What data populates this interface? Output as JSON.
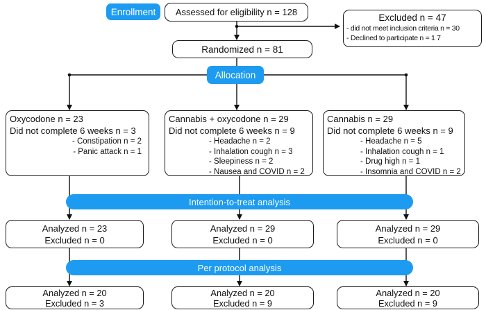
{
  "colors": {
    "accent": "#1d9bf0",
    "line": "#111111"
  },
  "stages": {
    "enrollment_badge": "Enrollment",
    "allocation_badge": "Allocation",
    "itt_bar": "Intention-to-treat analysis",
    "per_protocol_bar": "Per protocol analysis"
  },
  "enrollment": {
    "assessed": "Assessed for eligibility n = 128",
    "excluded": {
      "title": "Excluded n = 47",
      "items": [
        "- did not meet inclusion criteria n = 30",
        "- Declined to participate n = 1 7"
      ]
    },
    "randomized": "Randomized n = 81"
  },
  "allocation_groups": [
    {
      "title": "Oxycodone n = 23",
      "dropout": "Did not complete 6 weeks n = 3",
      "reasons": [
        "- Constipation n = 2",
        "- Panic attack n = 1"
      ]
    },
    {
      "title": "Cannabis + oxycodone n = 29",
      "dropout": "Did not complete 6 weeks n = 9",
      "reasons": [
        "- Headache n = 2",
        "- Inhalation cough n = 3",
        "- Sleepiness n = 2",
        "- Nausea and COVID n = 2"
      ]
    },
    {
      "title": "Cannabis n = 29",
      "dropout": "Did not complete 6 weeks n = 9",
      "reasons": [
        "- Headache n = 5",
        "- Inhalation cough n = 1",
        "- Drug high n = 1",
        "- Insomnia and COVID n = 2"
      ]
    }
  ],
  "itt_boxes": [
    {
      "analyzed": "Analyzed n = 23",
      "excluded": "Excluded n = 0"
    },
    {
      "analyzed": "Analyzed n = 29",
      "excluded": "Excluded n = 0"
    },
    {
      "analyzed": "Analyzed n = 29",
      "excluded": "Excluded n = 0"
    }
  ],
  "per_protocol_boxes": [
    {
      "analyzed": "Analyzed n = 20",
      "excluded": "Excluded n = 3"
    },
    {
      "analyzed": "Analyzed n = 20",
      "excluded": "Excluded n = 9"
    },
    {
      "analyzed": "Analyzed n = 20",
      "excluded": "Excluded n = 9"
    }
  ]
}
